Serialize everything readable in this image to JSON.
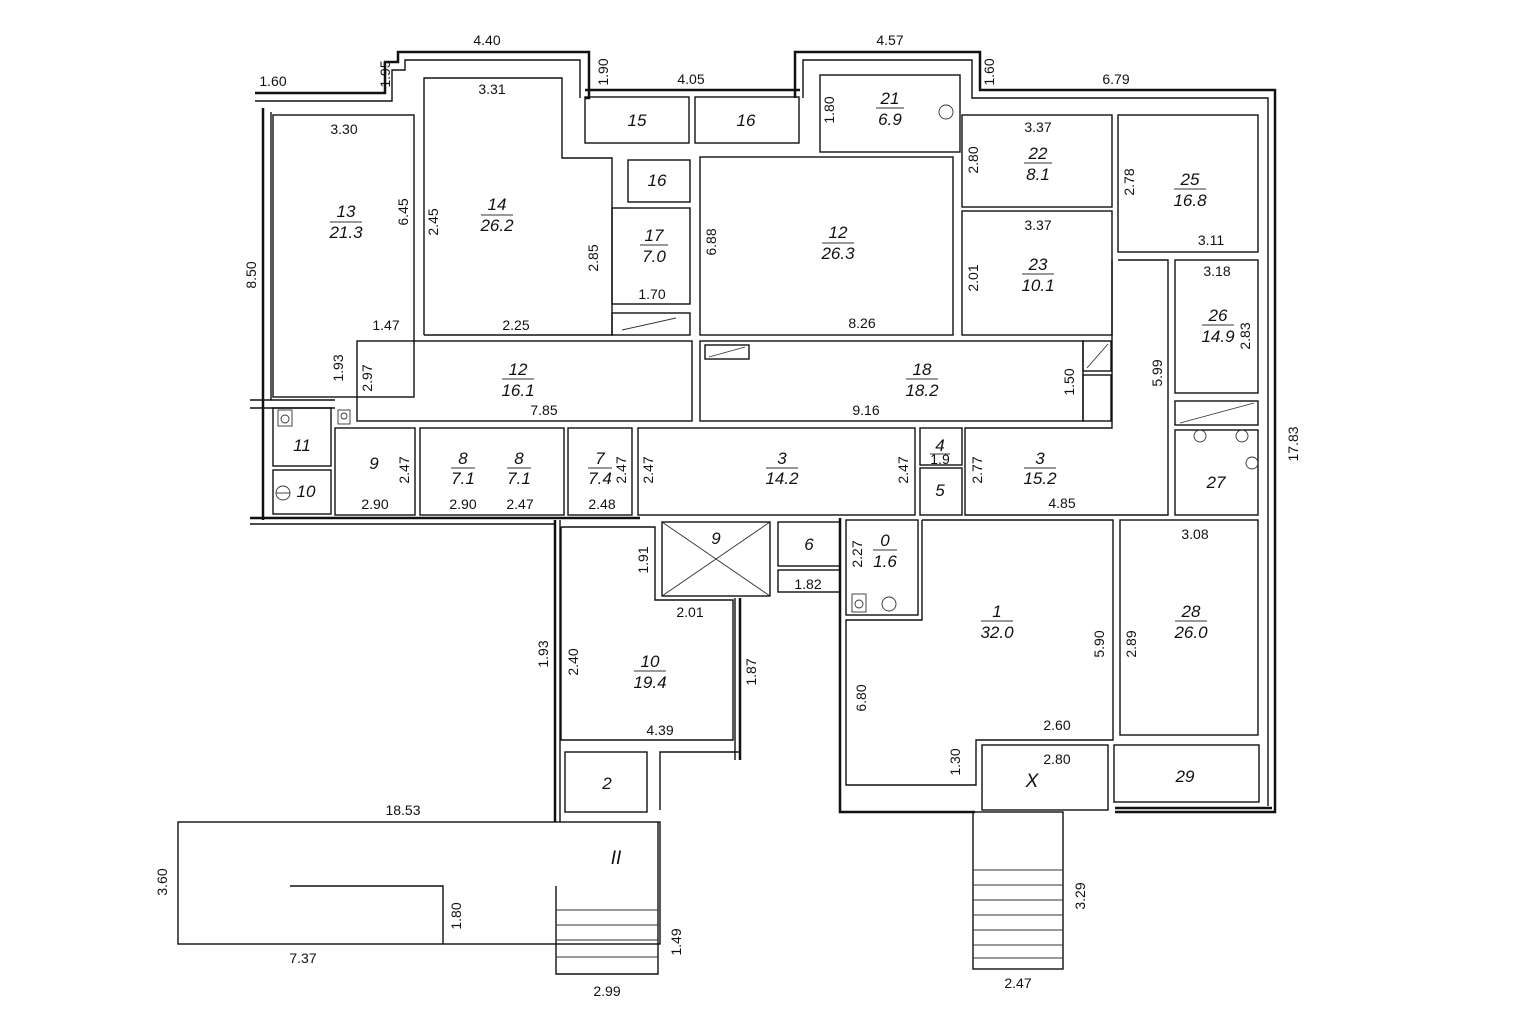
{
  "rooms": [
    {
      "id": "r13",
      "num": "13",
      "area": "21.3"
    },
    {
      "id": "r14",
      "num": "14",
      "area": "26.2"
    },
    {
      "id": "r15",
      "num": "15"
    },
    {
      "id": "r16a",
      "num": "16"
    },
    {
      "id": "r16b",
      "num": "16"
    },
    {
      "id": "r17",
      "num": "17",
      "area": "7.0"
    },
    {
      "id": "r21",
      "num": "21",
      "area": "6.9"
    },
    {
      "id": "r12a",
      "num": "12",
      "area": "26.3"
    },
    {
      "id": "r22",
      "num": "22",
      "area": "8.1"
    },
    {
      "id": "r25",
      "num": "25",
      "area": "16.8"
    },
    {
      "id": "r23",
      "num": "23",
      "area": "10.1"
    },
    {
      "id": "r26",
      "num": "26",
      "area": "14.9"
    },
    {
      "id": "r12b",
      "num": "12",
      "area": "16.1"
    },
    {
      "id": "r18",
      "num": "18",
      "area": "18.2"
    },
    {
      "id": "r11",
      "num": "11"
    },
    {
      "id": "r10a",
      "num": "10"
    },
    {
      "id": "r9a",
      "num": "9"
    },
    {
      "id": "r8a",
      "num": "8",
      "area": "7.1"
    },
    {
      "id": "r8b",
      "num": "8",
      "area": "7.1"
    },
    {
      "id": "r7",
      "num": "7",
      "area": "7.4"
    },
    {
      "id": "r3a",
      "num": "3",
      "area": "14.2"
    },
    {
      "id": "r4",
      "num": "4",
      "area": "1.9"
    },
    {
      "id": "r5",
      "num": "5"
    },
    {
      "id": "r3b",
      "num": "3",
      "area": "15.2"
    },
    {
      "id": "r27",
      "num": "27"
    },
    {
      "id": "r9b",
      "num": "9"
    },
    {
      "id": "r6",
      "num": "6"
    },
    {
      "id": "r0",
      "num": "0",
      "area": "1.6"
    },
    {
      "id": "r1",
      "num": "1",
      "area": "32.0"
    },
    {
      "id": "r28",
      "num": "28",
      "area": "26.0"
    },
    {
      "id": "r10b",
      "num": "10",
      "area": "19.4"
    },
    {
      "id": "r2",
      "num": "2"
    },
    {
      "id": "r29",
      "num": "29"
    }
  ],
  "section_labels": {
    "ii": "II",
    "x": "X"
  },
  "dimensions": [
    {
      "id": "d01",
      "text": "4.40"
    },
    {
      "id": "d02",
      "text": "4.57"
    },
    {
      "id": "d03",
      "text": "1.60"
    },
    {
      "id": "d04",
      "text": "1.95"
    },
    {
      "id": "d05",
      "text": "1.90"
    },
    {
      "id": "d06",
      "text": "4.05"
    },
    {
      "id": "d07",
      "text": "1.80"
    },
    {
      "id": "d08",
      "text": "1.60"
    },
    {
      "id": "d09",
      "text": "6.79"
    },
    {
      "id": "d10",
      "text": "3.31"
    },
    {
      "id": "d11",
      "text": "3.30"
    },
    {
      "id": "d12",
      "text": "6.45"
    },
    {
      "id": "d13",
      "text": "2.45"
    },
    {
      "id": "d14",
      "text": "8.50"
    },
    {
      "id": "d15",
      "text": "2.85"
    },
    {
      "id": "d16",
      "text": "6.88"
    },
    {
      "id": "d17",
      "text": "3.37"
    },
    {
      "id": "d18",
      "text": "2.80"
    },
    {
      "id": "d19",
      "text": "2.78"
    },
    {
      "id": "d20",
      "text": "3.37"
    },
    {
      "id": "d21",
      "text": "3.11"
    },
    {
      "id": "d22",
      "text": "2.01"
    },
    {
      "id": "d23",
      "text": "3.18"
    },
    {
      "id": "d24",
      "text": "2.83"
    },
    {
      "id": "d25",
      "text": "1.70"
    },
    {
      "id": "d26",
      "text": "1.47"
    },
    {
      "id": "d27",
      "text": "2.25"
    },
    {
      "id": "d28",
      "text": "8.26"
    },
    {
      "id": "d29",
      "text": "1.93"
    },
    {
      "id": "d30",
      "text": "2.97"
    },
    {
      "id": "d31",
      "text": "1.50"
    },
    {
      "id": "d32",
      "text": "5.99"
    },
    {
      "id": "d33",
      "text": "7.85"
    },
    {
      "id": "d34",
      "text": "9.16"
    },
    {
      "id": "d35",
      "text": "17.83"
    },
    {
      "id": "d36",
      "text": "2.47"
    },
    {
      "id": "d37",
      "text": "2.47"
    },
    {
      "id": "d38",
      "text": "2.47"
    },
    {
      "id": "d39",
      "text": "2.47"
    },
    {
      "id": "d40",
      "text": "2.77"
    },
    {
      "id": "d41",
      "text": "2.90"
    },
    {
      "id": "d42",
      "text": "2.90"
    },
    {
      "id": "d43",
      "text": "2.47"
    },
    {
      "id": "d44",
      "text": "2.48"
    },
    {
      "id": "d45",
      "text": "4.85"
    },
    {
      "id": "d46",
      "text": "3.08"
    },
    {
      "id": "d47",
      "text": "1.91"
    },
    {
      "id": "d48",
      "text": "2.27"
    },
    {
      "id": "d49",
      "text": "1.82"
    },
    {
      "id": "d50",
      "text": "2.01"
    },
    {
      "id": "d51",
      "text": "1.93"
    },
    {
      "id": "d52",
      "text": "2.40"
    },
    {
      "id": "d53",
      "text": "1.87"
    },
    {
      "id": "d54",
      "text": "5.90"
    },
    {
      "id": "d55",
      "text": "2.89"
    },
    {
      "id": "d56",
      "text": "6.80"
    },
    {
      "id": "d57",
      "text": "4.39"
    },
    {
      "id": "d58",
      "text": "2.60"
    },
    {
      "id": "d59",
      "text": "1.30"
    },
    {
      "id": "d60",
      "text": "2.80"
    },
    {
      "id": "d61",
      "text": "18.53"
    },
    {
      "id": "d62",
      "text": "3.60"
    },
    {
      "id": "d63",
      "text": "1.80"
    },
    {
      "id": "d64",
      "text": "1.49"
    },
    {
      "id": "d65",
      "text": "7.37"
    },
    {
      "id": "d66",
      "text": "2.99"
    },
    {
      "id": "d67",
      "text": "3.29"
    },
    {
      "id": "d68",
      "text": "2.47"
    }
  ]
}
